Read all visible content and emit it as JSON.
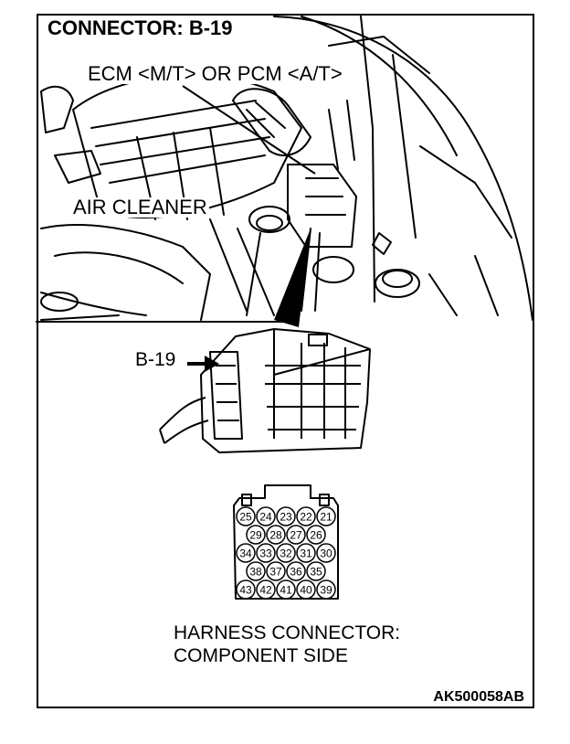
{
  "title": "CONNECTOR: B-19",
  "labels": {
    "ecm": "ECM <M/T> OR PCM <A/T>",
    "air_cleaner": "AIR CLEANER",
    "connector_callout": "B-19",
    "harness_line1": "HARNESS CONNECTOR:",
    "harness_line2": "COMPONENT SIDE",
    "figure_code": "AK500058AB"
  },
  "connector_pins": {
    "row1": [
      "25",
      "24",
      "23",
      "22",
      "21"
    ],
    "row2": [
      "29",
      "28",
      "27",
      "26"
    ],
    "row3": [
      "34",
      "33",
      "32",
      "31",
      "30"
    ],
    "row4": [
      "38",
      "37",
      "36",
      "35"
    ],
    "row5": [
      "43",
      "42",
      "41",
      "40",
      "39"
    ]
  }
}
